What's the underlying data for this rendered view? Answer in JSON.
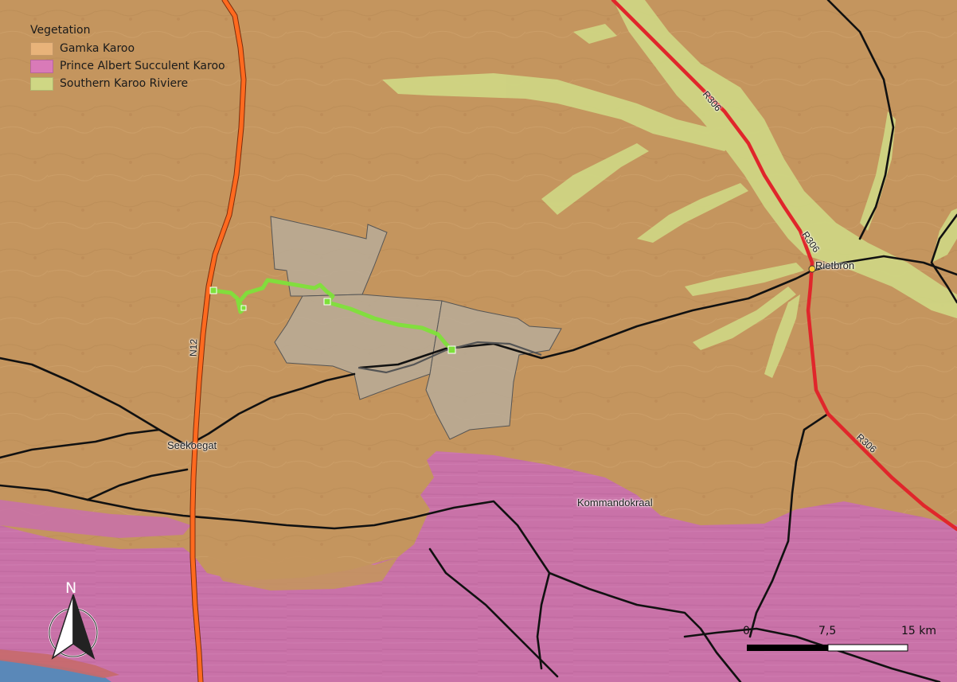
{
  "legend": {
    "title": "Vegetation",
    "items": [
      {
        "label": "Gamka Karoo",
        "color": "#e8b37a"
      },
      {
        "label": "Prince Albert Succulent Karoo",
        "color": "#d97ab8"
      },
      {
        "label": "Southern Karoo Riviere",
        "color": "#cfd784"
      }
    ]
  },
  "places": {
    "rietbron": "Rietbron",
    "seekoegat": "Seekoegat",
    "kommandokraal": "Kommandokraal"
  },
  "roads": {
    "n12": "N12",
    "r306": "R306"
  },
  "scale_bar": {
    "ticks": [
      "0",
      "7,5",
      "15 km"
    ]
  },
  "north_arrow": {
    "letter": "N"
  },
  "colors": {
    "national_road": "#ff6a1f",
    "regional_road": "#e0262b",
    "minor_road": "#111111",
    "route_line": "#7ee03a",
    "project_area": "#b9ab98"
  }
}
